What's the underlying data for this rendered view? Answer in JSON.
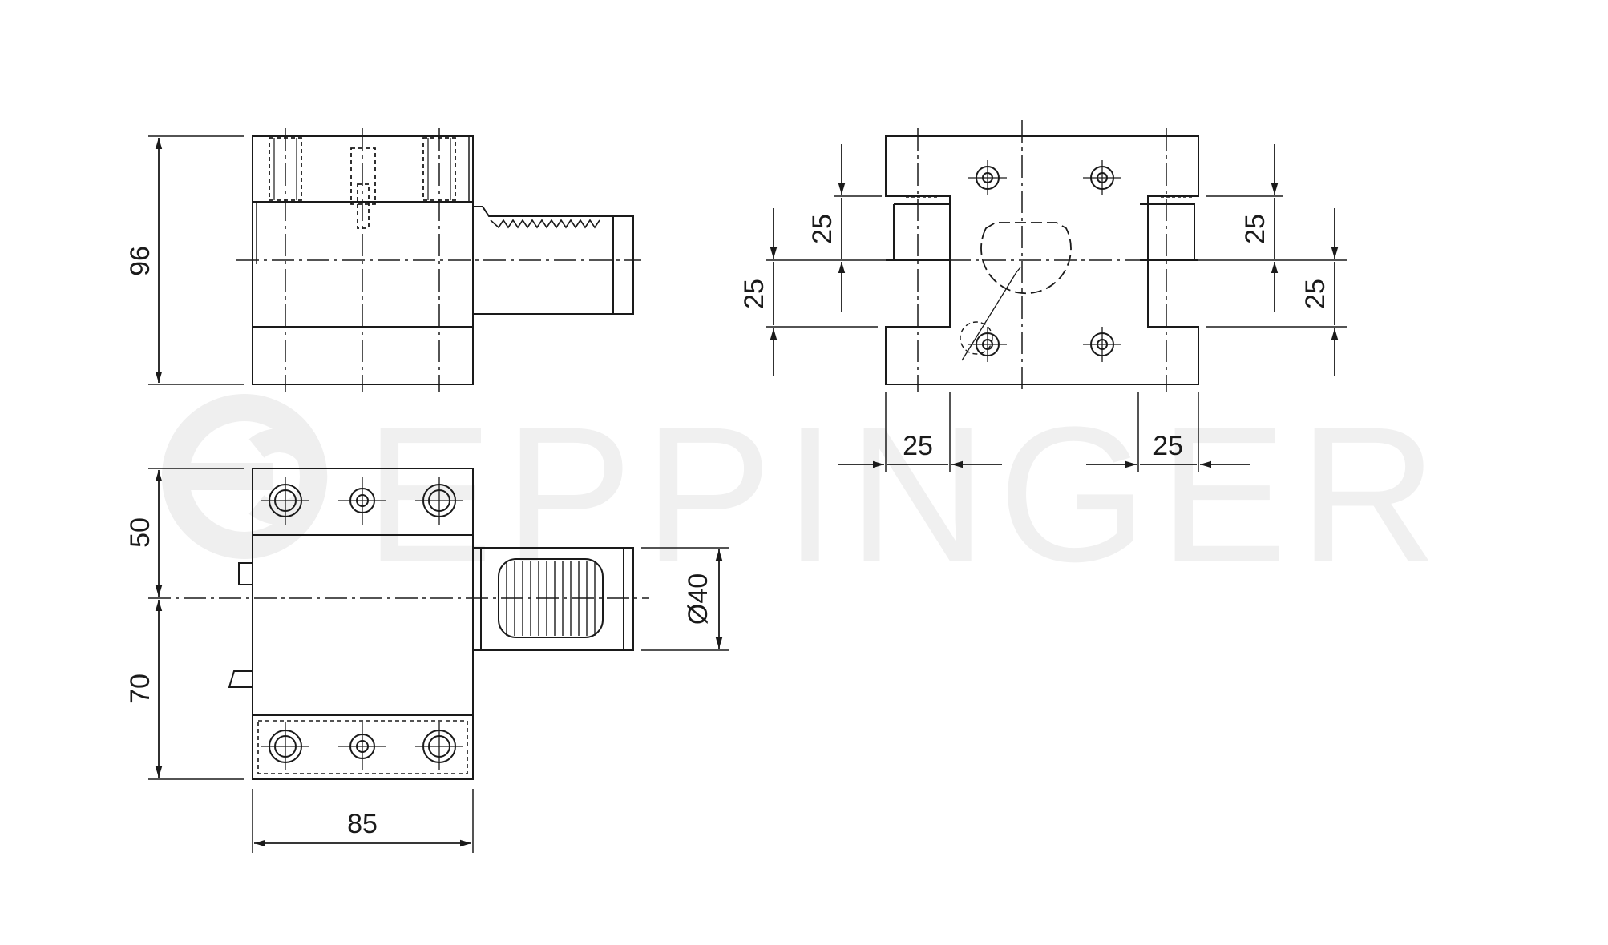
{
  "watermark": "EPPINGER",
  "colors": {
    "line": "#1a1a1a",
    "watermark": "#efefef"
  },
  "icons": {
    "watermark_logo": "eppinger-logo-icon"
  },
  "front_view": {
    "height_label": "96"
  },
  "top_view": {
    "upper_label": "50",
    "lower_label": "70",
    "width_label": "85",
    "diameter_label": "Ø40"
  },
  "side_view": {
    "left_upper_label": "25",
    "left_lower_label": "25",
    "right_upper_label": "25",
    "right_lower_label": "25",
    "bottom_left_label": "25",
    "bottom_right_label": "25"
  }
}
